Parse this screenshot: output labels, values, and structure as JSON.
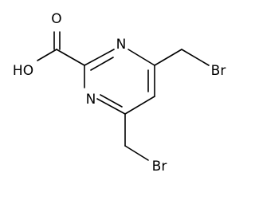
{
  "molecule": {
    "atoms": {
      "oxygen_double": "O",
      "hydroxyl": "HO",
      "ring_nitrogen_upper": "N",
      "ring_nitrogen_lower": "N",
      "bromine_upper": "Br",
      "bromine_lower": "Br"
    }
  },
  "colors": {
    "background": "#ffffff",
    "bond": "#000000",
    "label": "#000000"
  }
}
